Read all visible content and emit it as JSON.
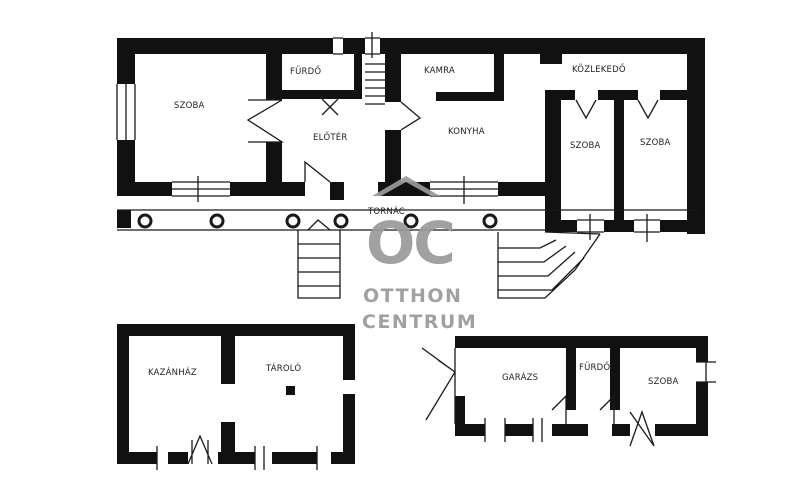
{
  "main_house": {
    "rooms": {
      "szoba_large": "SZOBA",
      "furdo": "FÜRDŐ",
      "kamra": "KAMRA",
      "kozlekedo": "KÖZLEKEDŐ",
      "eloter": "ELŐTÉR",
      "konyha": "KONYHA",
      "szoba_2": "SZOBA",
      "szoba_3": "SZOBA",
      "tornac": "TORNÁC"
    }
  },
  "outbuilding_left": {
    "rooms": {
      "kazanhaz": "KAZÁNHÁZ",
      "tarolo": "TÁROLÓ"
    }
  },
  "outbuilding_right": {
    "rooms": {
      "garazs": "GARÁZS",
      "furdo": "FÜRDŐ",
      "szoba": "SZOBA"
    }
  },
  "watermark": {
    "logo_letters": "OC",
    "line1": "OTTHON",
    "line2": "CENTRUM",
    "color": "#9a9a9a"
  }
}
